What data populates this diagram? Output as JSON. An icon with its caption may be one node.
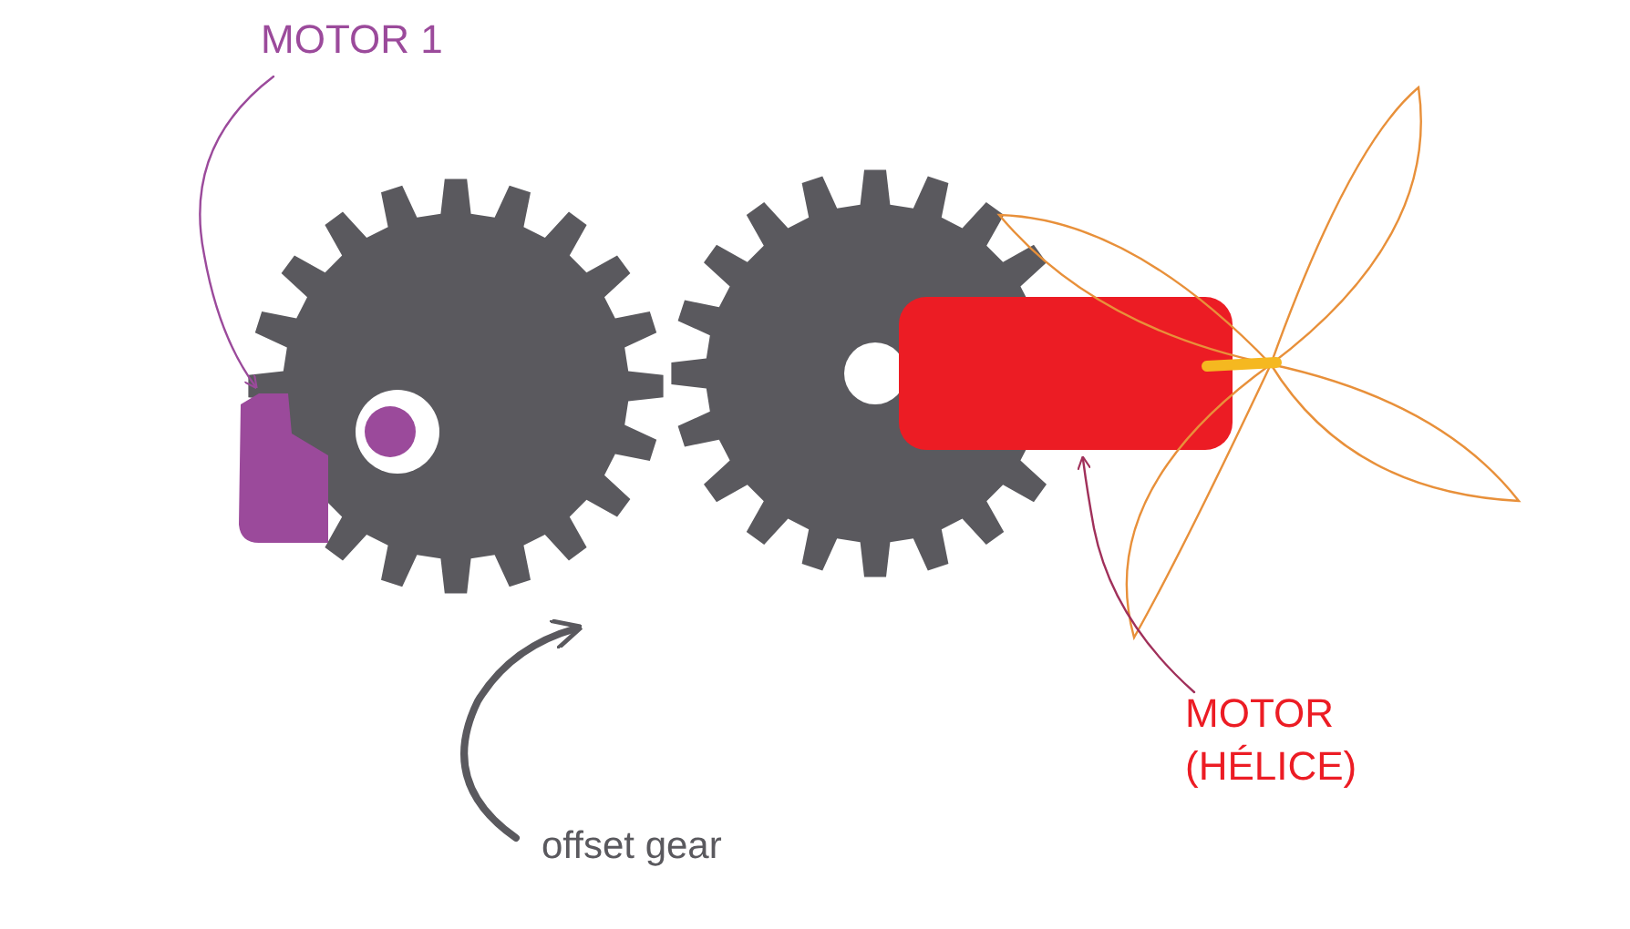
{
  "diagram": {
    "nodes": [
      {
        "text": [
          "MOTOR 1"
        ]
      },
      {
        "text": [],
        "shape": "box"
      },
      {
        "text": [],
        "shape": "picture"
      },
      {
        "text": [
          "offset gear"
        ]
      },
      {
        "text": [
          "MOTOR (HÉLICE)"
        ]
      },
      {
        "text": [],
        "shape": "box"
      }
    ],
    "edges": [
      {
        "from": 0,
        "to": 1,
        "arrow": "to",
        "color": "#9b4a9b"
      },
      {
        "from": 3,
        "to": 2,
        "arrow": "to",
        "style": "thick",
        "color": "#5a595e"
      },
      {
        "from": 4,
        "to": 5,
        "arrow": "to",
        "color": "#a0305a"
      }
    ]
  }
}
